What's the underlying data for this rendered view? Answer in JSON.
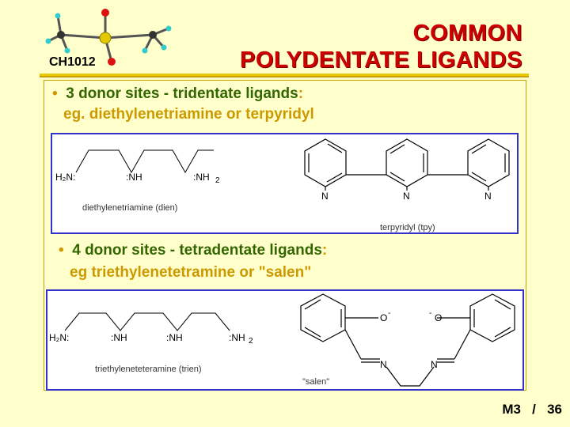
{
  "header": {
    "title_line1": "COMMON",
    "title_line2": "POLYDENTATE LIGANDS",
    "course_code": "CH1012"
  },
  "logo": {
    "icon": "molecule-model-icon"
  },
  "section1": {
    "bullet_text": "3 donor sites - tridentate ligands",
    "colon": ":",
    "example_text": "eg. diethylenetriamine or terpyridyl",
    "dien": {
      "atom_h2n": "H₂N:",
      "atom_nh1": ":NH",
      "atom_nh2": ":NH",
      "subscript_2": "2",
      "caption": "diethylenetriamine (dien)"
    },
    "tpy": {
      "atom_n": "N",
      "caption": "terpyridyl (tpy)"
    }
  },
  "section2": {
    "bullet_text": "4 donor sites - tetradentate ligands",
    "colon": ":",
    "example_text": "eg triethylenetetramine or \"salen\"",
    "trien": {
      "atom_h2n": "H₂N:",
      "atom_nh1": ":NH",
      "atom_nh2": ":NH",
      "atom_nh3": ":NH",
      "subscript_2": "2",
      "caption": "triethyleneteteramine (trien)"
    },
    "salen": {
      "atom_o_left": "O",
      "atom_o_right": "O",
      "charge": "-",
      "atom_n": "N",
      "caption": "\"salen\""
    }
  },
  "footer": {
    "module": "M3",
    "separator": "/",
    "page": "36"
  },
  "colors": {
    "background": "#FFFFCC",
    "title": "#CC0000",
    "bullet_green": "#336600",
    "accent_gold": "#CC9900",
    "box_border": "#3333CC"
  }
}
